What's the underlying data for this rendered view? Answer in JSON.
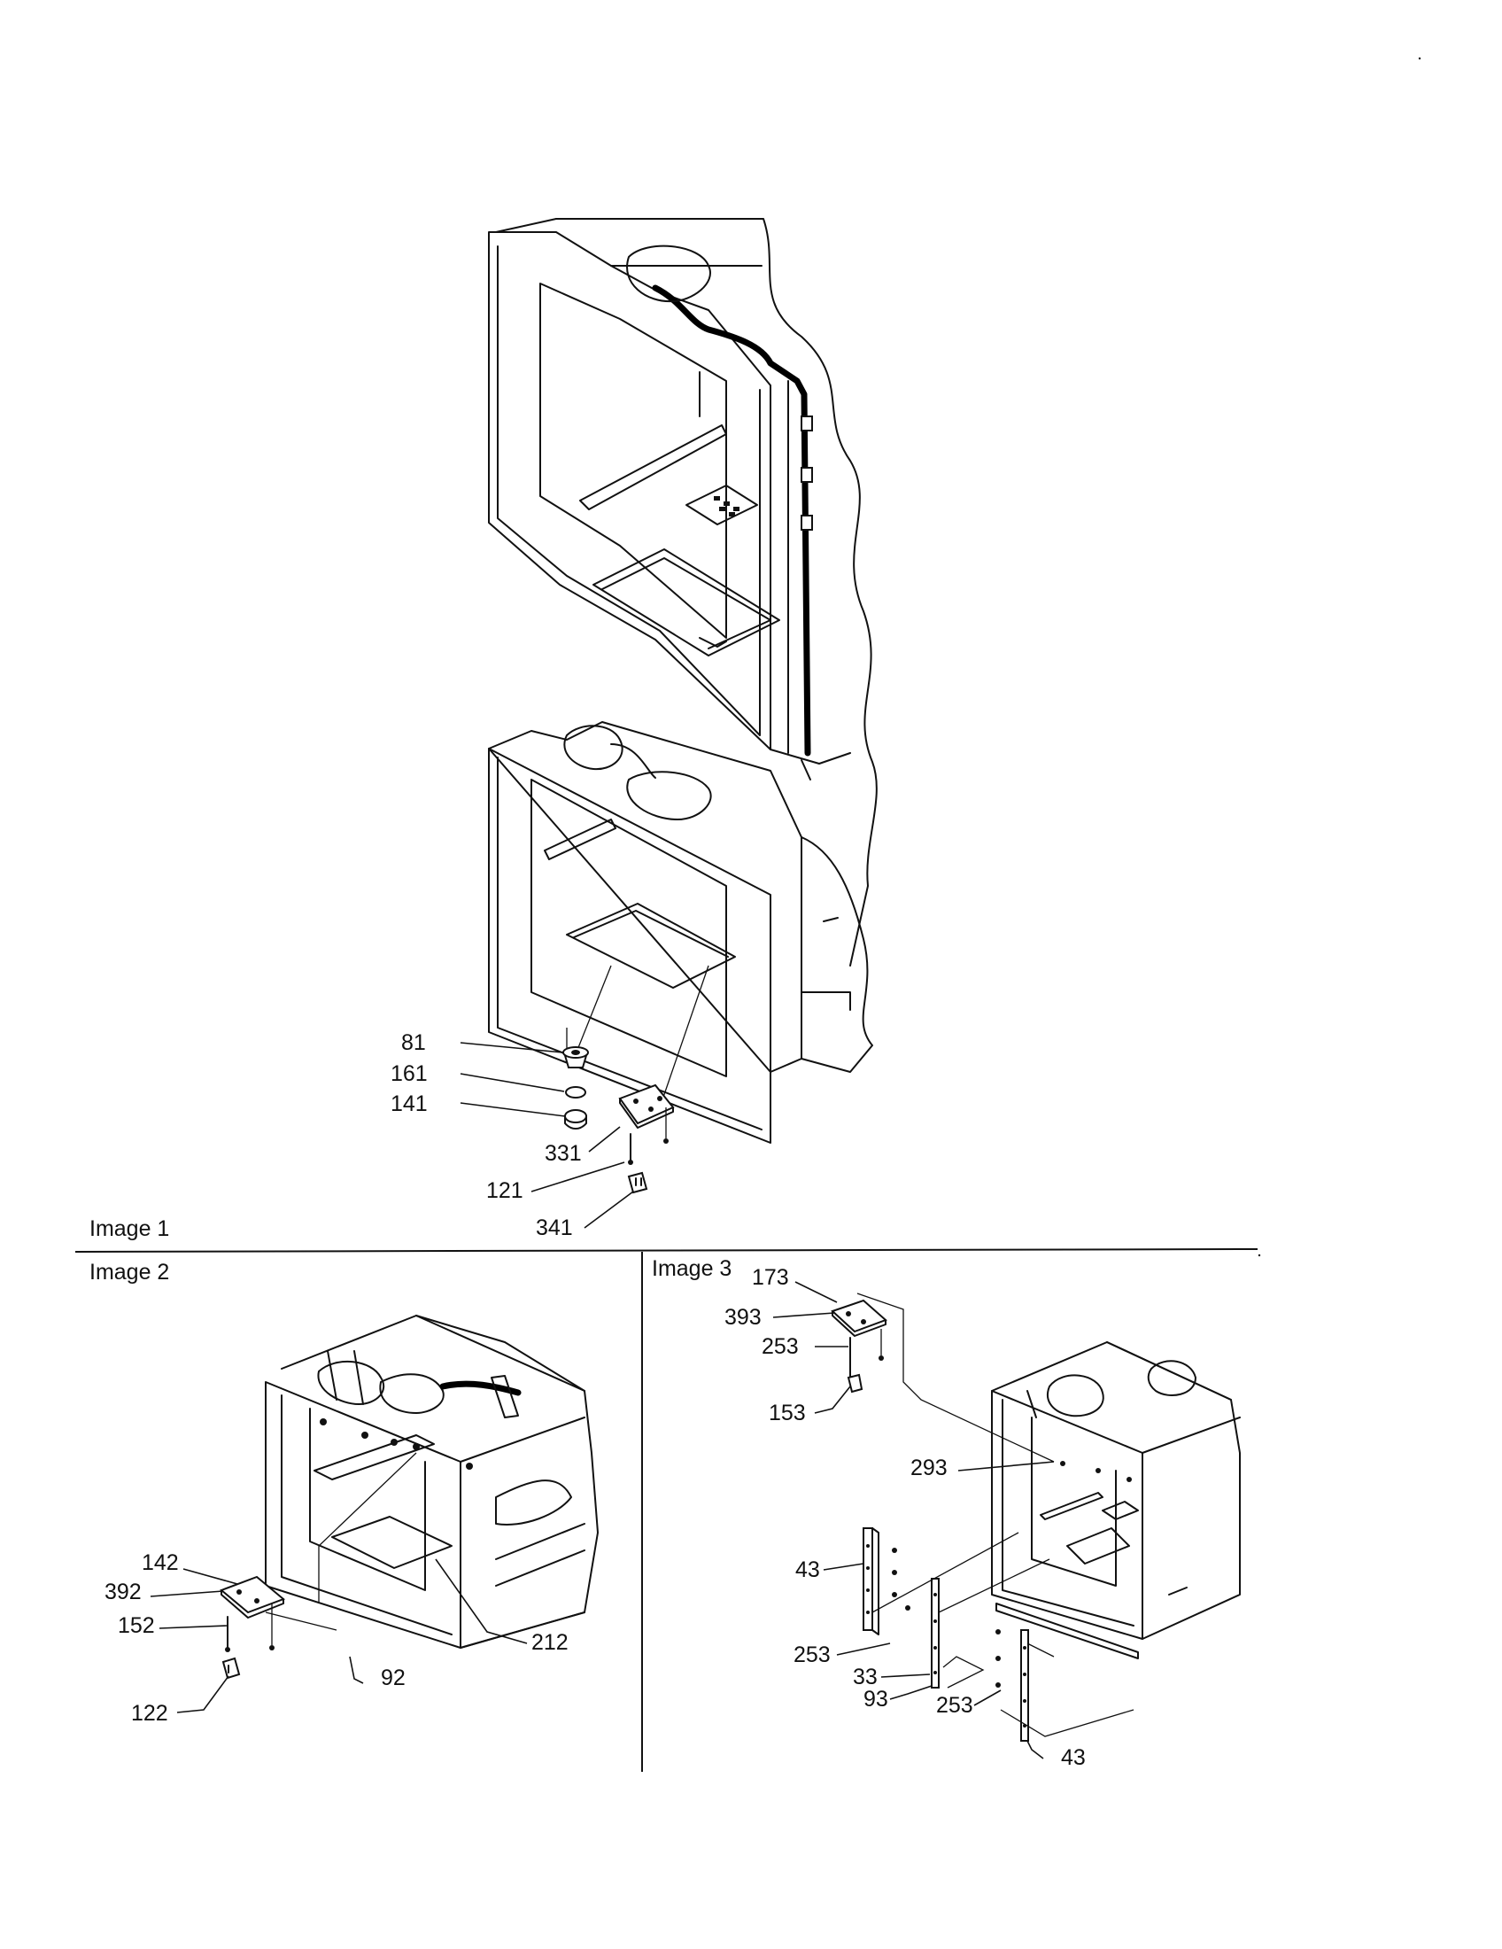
{
  "panels": {
    "image1": {
      "caption": "Image 1",
      "callouts": [
        "81",
        "161",
        "141",
        "331",
        "121",
        "341"
      ]
    },
    "image2": {
      "caption": "Image 2",
      "callouts": [
        "142",
        "392",
        "152",
        "122",
        "212",
        "92"
      ]
    },
    "image3": {
      "caption": "Image 3",
      "callouts": [
        "173",
        "393",
        "253",
        "153",
        "293",
        "43",
        "253",
        "33",
        "93",
        "253",
        "43"
      ]
    }
  },
  "colors": {
    "ink": "#111111",
    "paper": "#ffffff"
  }
}
